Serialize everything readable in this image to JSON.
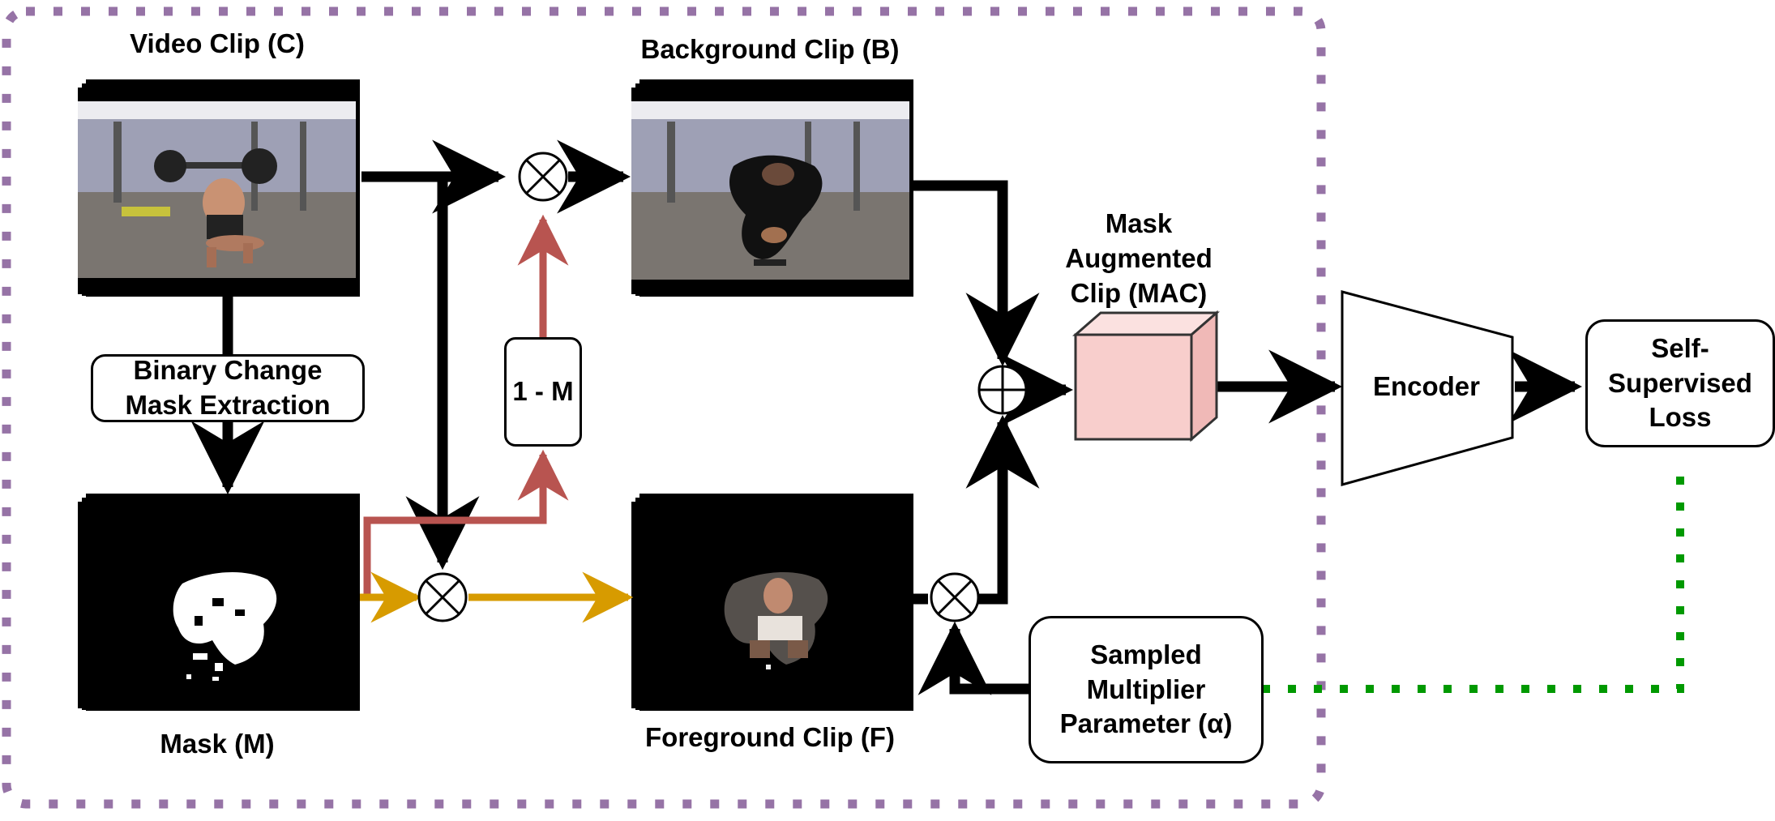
{
  "labels": {
    "video_clip": "Video Clip (C)",
    "background_clip": "Background Clip (B)",
    "mask_augmented": [
      "Mask",
      "Augmented",
      "Clip (MAC)"
    ],
    "mask": "Mask (M)",
    "foreground_clip": "Foreground Clip (F)"
  },
  "boxes": {
    "binary_change": [
      "Binary Change",
      "Mask Extraction"
    ],
    "one_minus_m": "1 - M",
    "encoder": "Encoder",
    "loss": [
      "Self-",
      "Supervised",
      "Loss"
    ],
    "sampled_multiplier": [
      "Sampled",
      "Multiplier",
      "Parameter (α)"
    ]
  },
  "operators": {
    "multiply": "⊗",
    "add": "⊕"
  },
  "colors": {
    "frame_border": "#9673a6",
    "red_path": "#b85450",
    "yellow_path": "#d79b00",
    "green_path": "#009900",
    "mac_cube": "#f8cecc",
    "black": "#000000"
  }
}
